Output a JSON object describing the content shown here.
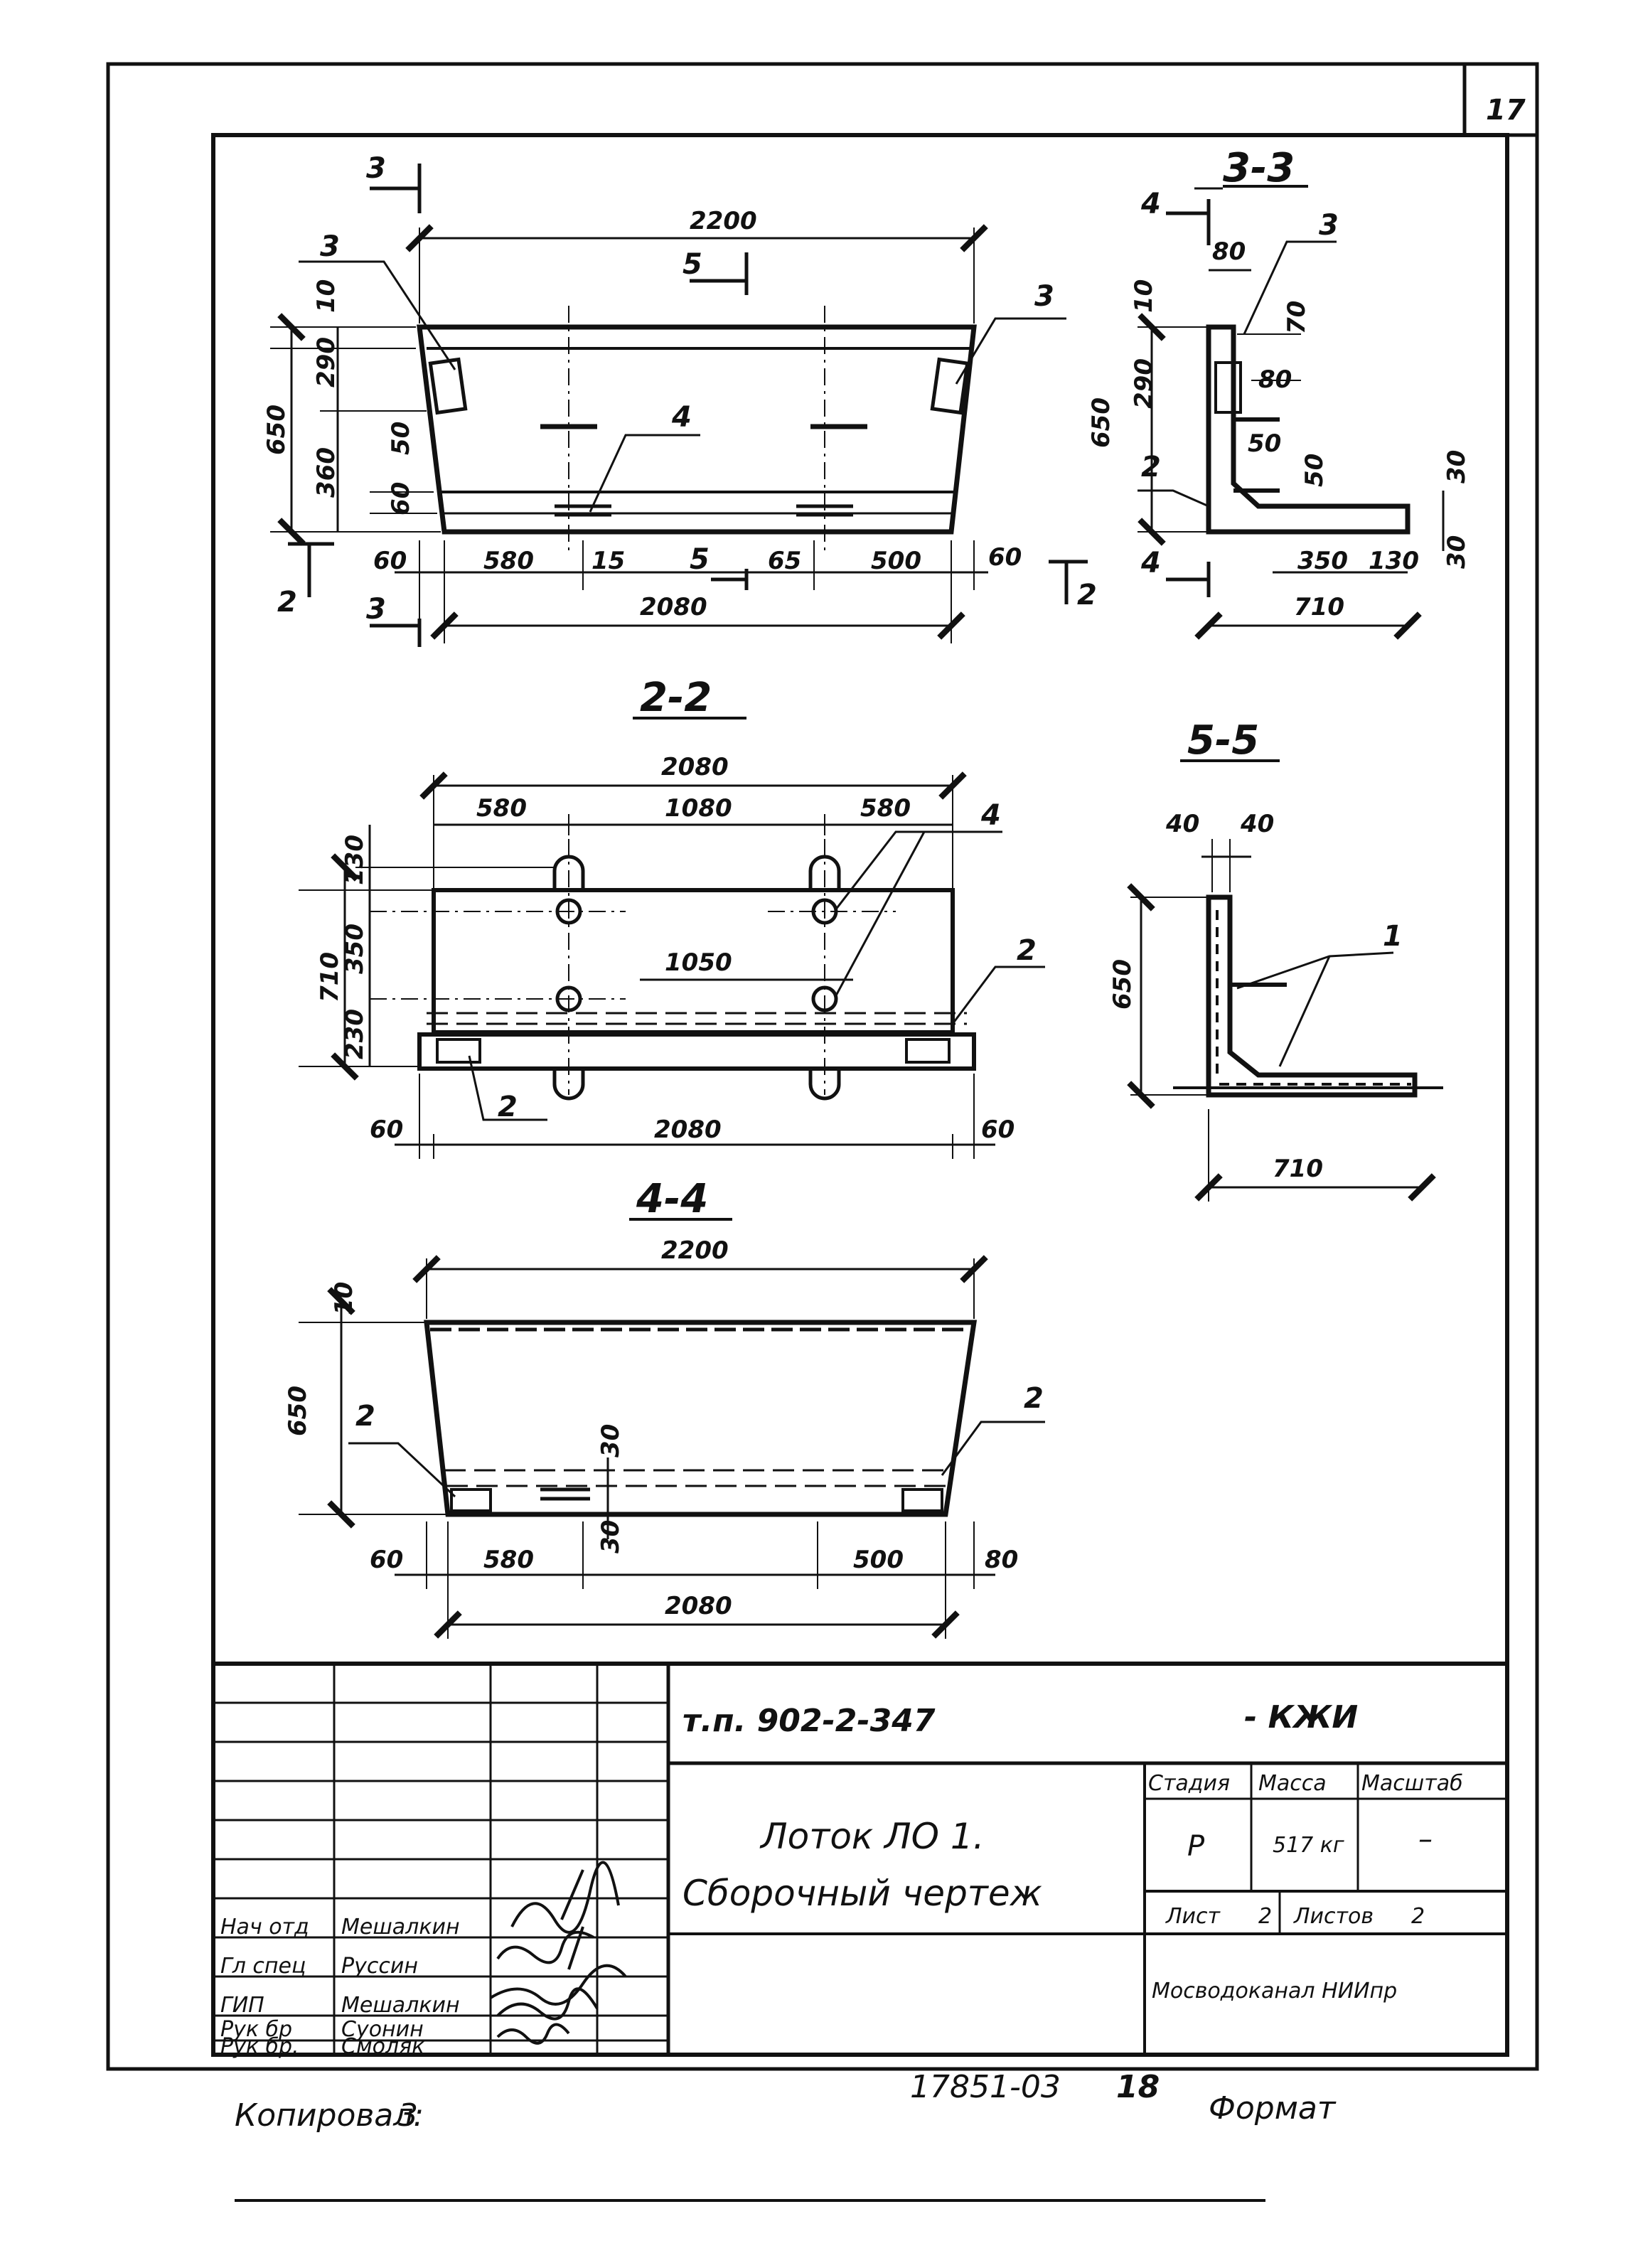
{
  "sheet_number": "17",
  "sections": {
    "front": {
      "top_overall": "2200",
      "cut_3": "3",
      "cut_2": "2",
      "cut_5": "5",
      "mark_3": "3",
      "mark_4": "4",
      "h_650": "650",
      "h_10": "10",
      "h_290": "290",
      "h_360": "360",
      "h_50": "50",
      "h_60": "60",
      "b_60_left": "60",
      "b_580": "580",
      "b_15": "15",
      "b_65": "65",
      "b_500": "500",
      "b_60_right": "60",
      "b_overall": "2080"
    },
    "s33": {
      "title": "3-3",
      "cut_4": "4",
      "mark_3": "3",
      "mark_2": "2",
      "d_80_top": "80",
      "d_70": "70",
      "d_80": "80",
      "d_50a": "50",
      "d_50b": "50",
      "d_10": "10",
      "d_290": "290",
      "d_650": "650",
      "d_30a": "30",
      "d_30b": "30",
      "d_350": "350",
      "d_130": "130",
      "d_710": "710"
    },
    "s22": {
      "title": "2-2",
      "top_overall": "2080",
      "t_580_left": "580",
      "t_1080": "1080",
      "t_580_right": "580",
      "mid_1050": "1050",
      "v_130": "130",
      "v_710": "710",
      "v_350": "350",
      "v_230": "230",
      "b_60_left": "60",
      "b_overall": "2080",
      "b_60_right": "60",
      "mark_4": "4",
      "mark_2a": "2",
      "mark_2b": "2"
    },
    "s55": {
      "title": "5-5",
      "d_40a": "40",
      "d_40b": "40",
      "d_650": "650",
      "d_710": "710",
      "mark_1": "1"
    },
    "s44": {
      "title": "4-4",
      "top_overall": "2200",
      "h_10": "10",
      "h_650": "650",
      "d_30a": "30",
      "d_30b": "30",
      "b_60": "60",
      "b_580": "580",
      "b_500": "500",
      "b_80": "80",
      "b_overall": "2080",
      "mark_2a": "2",
      "mark_2b": "2"
    }
  },
  "title_block": {
    "doc_code": "т.п. 902-2-347",
    "doc_suffix": "- КЖИ",
    "name_line1": "Лоток  ЛО 1.",
    "name_line2": "Сборочный   чертеж",
    "headers": {
      "stage": "Стадия",
      "mass": "Масса",
      "scale": "Масштаб"
    },
    "stage": "Р",
    "mass": "517 кг",
    "scale": "–",
    "sheet_label": "Лист",
    "sheet_value": "2",
    "sheets_label": "Листов",
    "sheets_value": "2",
    "org": "Мосводоканал НИИпр",
    "people": [
      {
        "role": "Нач отд",
        "name": "Мешалкин"
      },
      {
        "role": "Гл спец",
        "name": "Руссин"
      },
      {
        "role": "ГИП",
        "name": "Мешалкин"
      },
      {
        "role": "Рук бр",
        "name": "Суонин"
      },
      {
        "role": "Рук бр.",
        "name": "Смоляк"
      }
    ]
  },
  "footer": {
    "copied_label": "Копировал:",
    "copied_value": "3",
    "inventory": "17851-03",
    "page": "18",
    "format_label": "Формат"
  }
}
